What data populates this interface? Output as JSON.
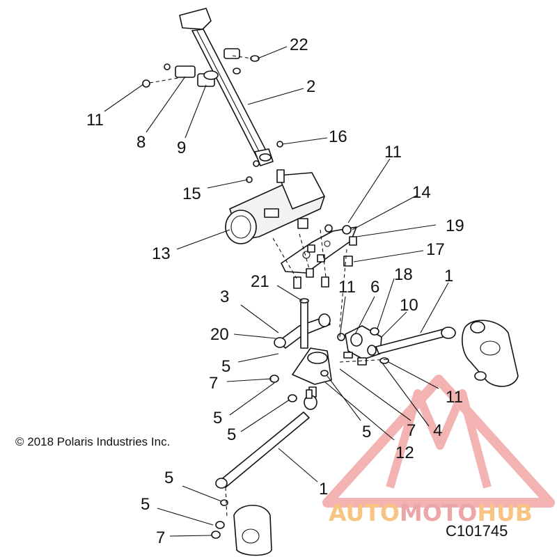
{
  "copyright": "© 2018 Polaris Industries Inc.",
  "document_id": "C101745",
  "watermark": {
    "text_part1": "AUTO",
    "text_part2": "MOTO",
    "text_part3": "HUB",
    "color_orange": "#f6b15c",
    "color_red": "#e8898a",
    "color_triangle": "#ef9a9a"
  },
  "callouts": [
    {
      "id": "c22",
      "label": "22"
    },
    {
      "id": "c2",
      "label": "2"
    },
    {
      "id": "c11a",
      "label": "11"
    },
    {
      "id": "c8",
      "label": "8"
    },
    {
      "id": "c9",
      "label": "9"
    },
    {
      "id": "c16",
      "label": "16"
    },
    {
      "id": "c11b",
      "label": "11"
    },
    {
      "id": "c15",
      "label": "15"
    },
    {
      "id": "c14",
      "label": "14"
    },
    {
      "id": "c19",
      "label": "19"
    },
    {
      "id": "c13",
      "label": "13"
    },
    {
      "id": "c17",
      "label": "17"
    },
    {
      "id": "c21",
      "label": "21"
    },
    {
      "id": "c18",
      "label": "18"
    },
    {
      "id": "c1a",
      "label": "1"
    },
    {
      "id": "c3",
      "label": "3"
    },
    {
      "id": "c11c",
      "label": "11"
    },
    {
      "id": "c6",
      "label": "6"
    },
    {
      "id": "c10",
      "label": "10"
    },
    {
      "id": "c20",
      "label": "20"
    },
    {
      "id": "c5a",
      "label": "5"
    },
    {
      "id": "c7a",
      "label": "7"
    },
    {
      "id": "c11d",
      "label": "11"
    },
    {
      "id": "c5b",
      "label": "5"
    },
    {
      "id": "c5c",
      "label": "5"
    },
    {
      "id": "c5d",
      "label": "5"
    },
    {
      "id": "c7b",
      "label": "7"
    },
    {
      "id": "c4",
      "label": "4"
    },
    {
      "id": "c12",
      "label": "12"
    },
    {
      "id": "c1b",
      "label": "1"
    },
    {
      "id": "c5e",
      "label": "5"
    },
    {
      "id": "c5f",
      "label": "5"
    },
    {
      "id": "c7c",
      "label": "7"
    }
  ]
}
